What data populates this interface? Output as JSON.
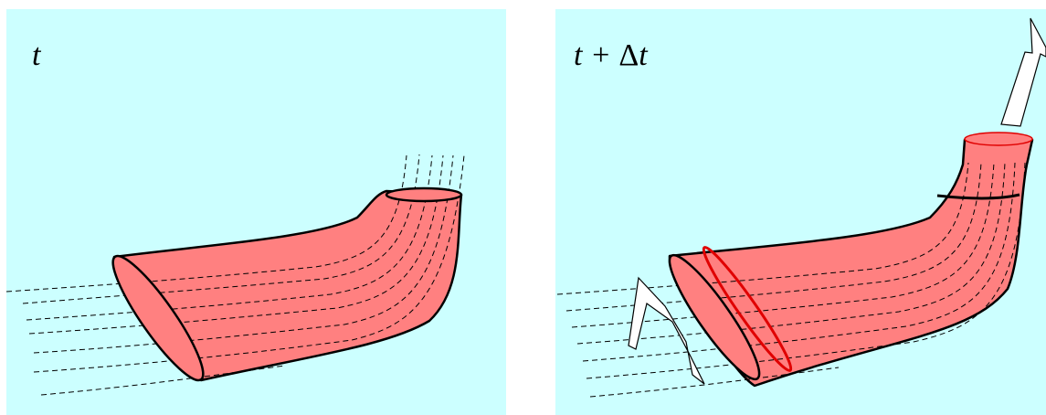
{
  "panels": [
    {
      "label_text": "t",
      "label_prefix": "",
      "label_delta": "",
      "label_var": ""
    },
    {
      "label_text": "",
      "label_prefix": "t + ",
      "label_delta": "Δ",
      "label_var": "t"
    }
  ],
  "colors": {
    "background": "#ccffff",
    "fluid_fill": "#ff8080",
    "highlight_edge": "#e00000",
    "outline": "#000000",
    "arrow_fill": "#ffffff"
  },
  "icons": [
    "inflow-arrow-icon",
    "outflow-arrow-icon"
  ]
}
